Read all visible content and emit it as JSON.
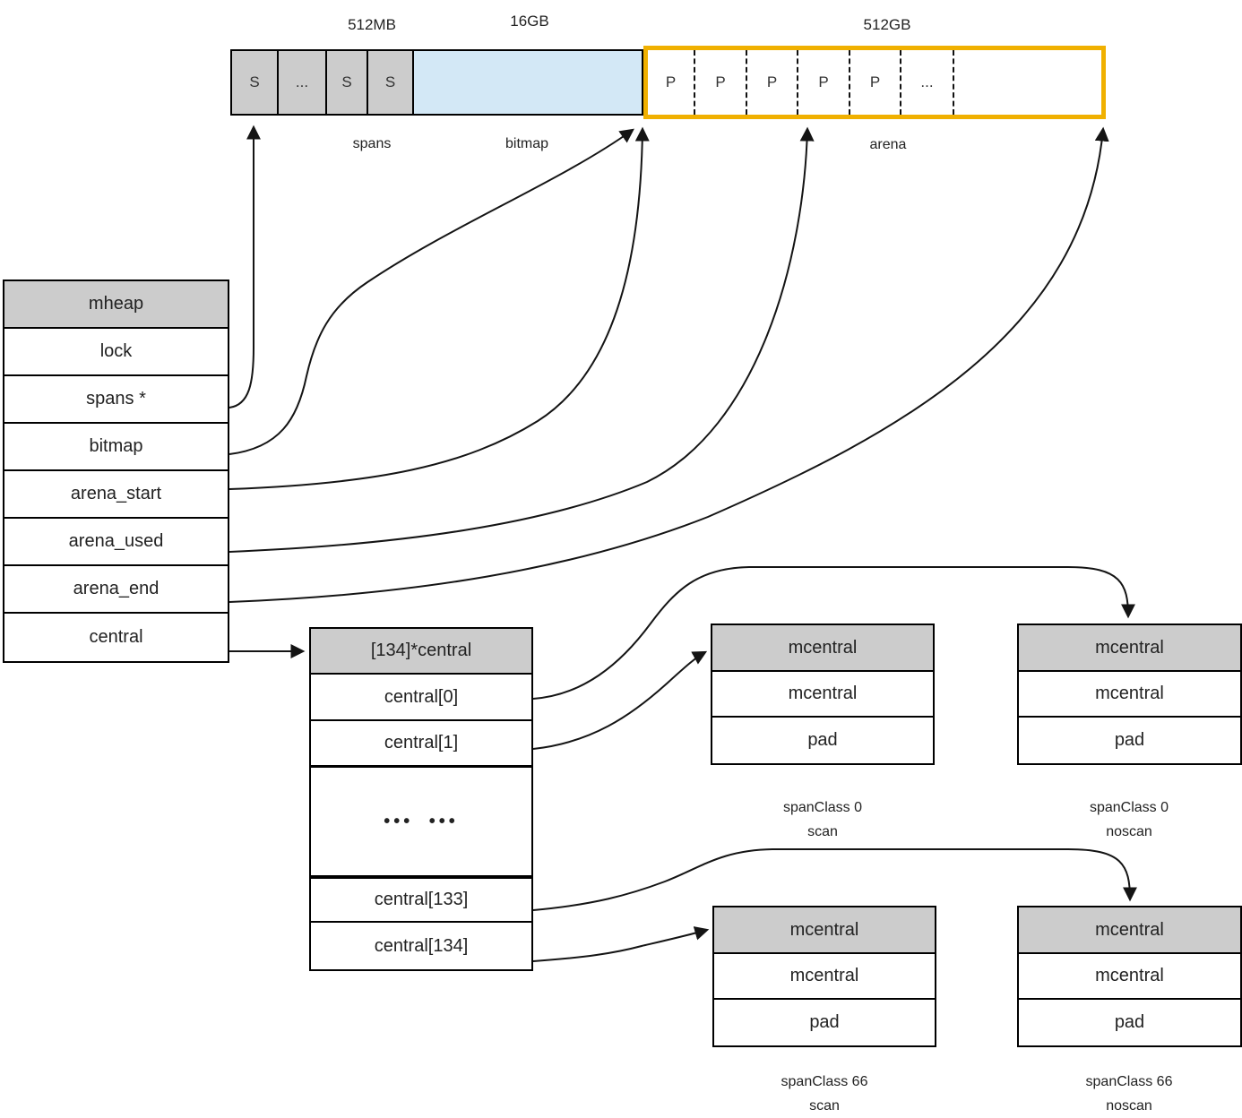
{
  "colors": {
    "header_gray": "#cccccc",
    "bitmap_blue": "#d3e8f6",
    "arena_border_yellow": "#f0b000",
    "line_black": "#141414"
  },
  "memory_bar": {
    "size_labels": {
      "spans": "512MB",
      "bitmap": "16GB",
      "arena": "512GB"
    },
    "region_labels": {
      "spans": "spans",
      "bitmap": "bitmap",
      "arena": "arena"
    },
    "spans_cells": [
      "S",
      "...",
      "S",
      "S"
    ],
    "arena_cells": [
      "P",
      "P",
      "P",
      "P",
      "P",
      "..."
    ]
  },
  "mheap_table": {
    "header": "mheap",
    "rows": [
      "lock",
      "spans *",
      "bitmap",
      "arena_start",
      "arena_used",
      "arena_end",
      "central"
    ]
  },
  "central_table": {
    "header": "[134]*central",
    "rows": [
      "central[0]",
      "central[1]",
      "••• •••",
      "central[133]",
      "central[134]"
    ]
  },
  "mcentral_tables": {
    "span0_scan": {
      "header": "mcentral",
      "rows": [
        "mcentral",
        "pad"
      ],
      "caption": [
        "spanClass 0",
        "scan"
      ]
    },
    "span0_noscan": {
      "header": "mcentral",
      "rows": [
        "mcentral",
        "pad"
      ],
      "caption": [
        "spanClass 0",
        "noscan"
      ]
    },
    "span66_scan": {
      "header": "mcentral",
      "rows": [
        "mcentral",
        "pad"
      ],
      "caption": [
        "spanClass 66",
        "scan"
      ]
    },
    "span66_noscan": {
      "header": "mcentral",
      "rows": [
        "mcentral",
        "pad"
      ],
      "caption": [
        "spanClass 66",
        "noscan"
      ]
    }
  },
  "arrows": [
    {
      "from": "mheap.spans *",
      "to": "spans block"
    },
    {
      "from": "mheap.bitmap",
      "to": "bitmap block end"
    },
    {
      "from": "mheap.arena_start",
      "to": "arena start"
    },
    {
      "from": "mheap.arena_used",
      "to": "arena used position"
    },
    {
      "from": "mheap.arena_end",
      "to": "arena end"
    },
    {
      "from": "mheap.central",
      "to": "[134]*central table"
    },
    {
      "from": "central[0]",
      "to": "mcentral spanClass 0 noscan"
    },
    {
      "from": "central[1]",
      "to": "mcentral spanClass 0 scan"
    },
    {
      "from": "central[133]",
      "to": "mcentral spanClass 66 noscan"
    },
    {
      "from": "central[134]",
      "to": "mcentral spanClass 66 scan"
    }
  ]
}
